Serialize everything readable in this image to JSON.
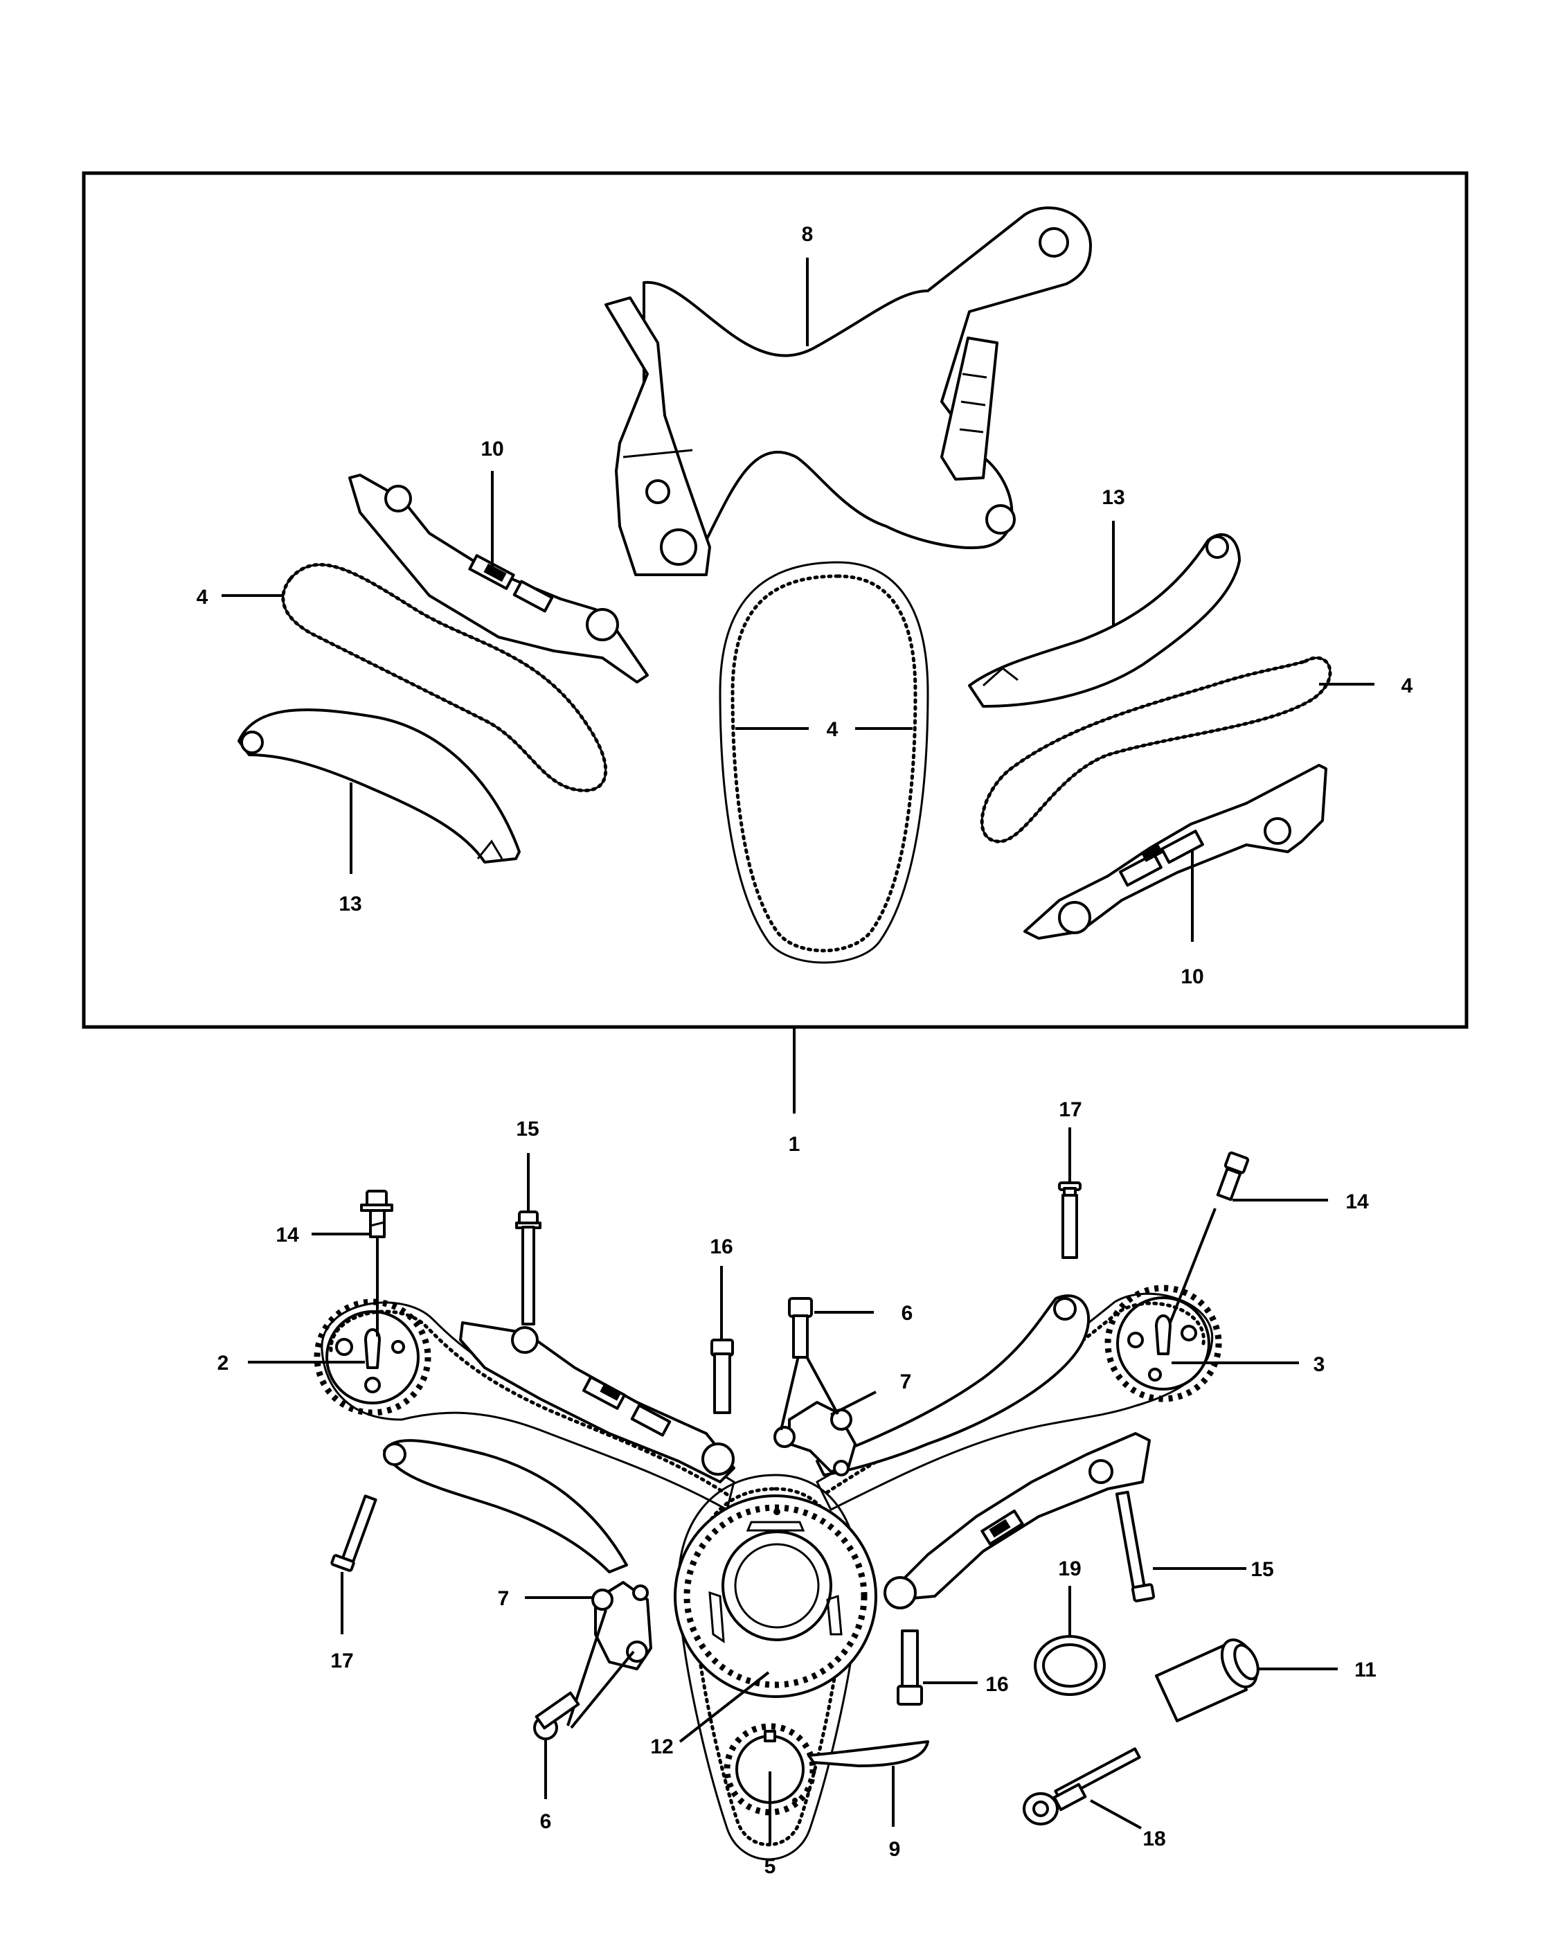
{
  "callouts": [
    {
      "id": "c1",
      "label": "1"
    },
    {
      "id": "c2",
      "label": "2"
    },
    {
      "id": "c3",
      "label": "3"
    },
    {
      "id": "c4a",
      "label": "4"
    },
    {
      "id": "c4b",
      "label": "4"
    },
    {
      "id": "c4c",
      "label": "4"
    },
    {
      "id": "c5",
      "label": "5"
    },
    {
      "id": "c6a",
      "label": "6"
    },
    {
      "id": "c6b",
      "label": "6"
    },
    {
      "id": "c7a",
      "label": "7"
    },
    {
      "id": "c7b",
      "label": "7"
    },
    {
      "id": "c8",
      "label": "8"
    },
    {
      "id": "c9",
      "label": "9"
    },
    {
      "id": "c10a",
      "label": "10"
    },
    {
      "id": "c10b",
      "label": "10"
    },
    {
      "id": "c11",
      "label": "11"
    },
    {
      "id": "c12",
      "label": "12"
    },
    {
      "id": "c13a",
      "label": "13"
    },
    {
      "id": "c13b",
      "label": "13"
    },
    {
      "id": "c14a",
      "label": "14"
    },
    {
      "id": "c14b",
      "label": "14"
    },
    {
      "id": "c15a",
      "label": "15"
    },
    {
      "id": "c15b",
      "label": "15"
    },
    {
      "id": "c16a",
      "label": "16"
    },
    {
      "id": "c16b",
      "label": "16"
    },
    {
      "id": "c17a",
      "label": "17"
    },
    {
      "id": "c17b",
      "label": "17"
    },
    {
      "id": "c18",
      "label": "18"
    },
    {
      "id": "c19",
      "label": "19"
    }
  ]
}
